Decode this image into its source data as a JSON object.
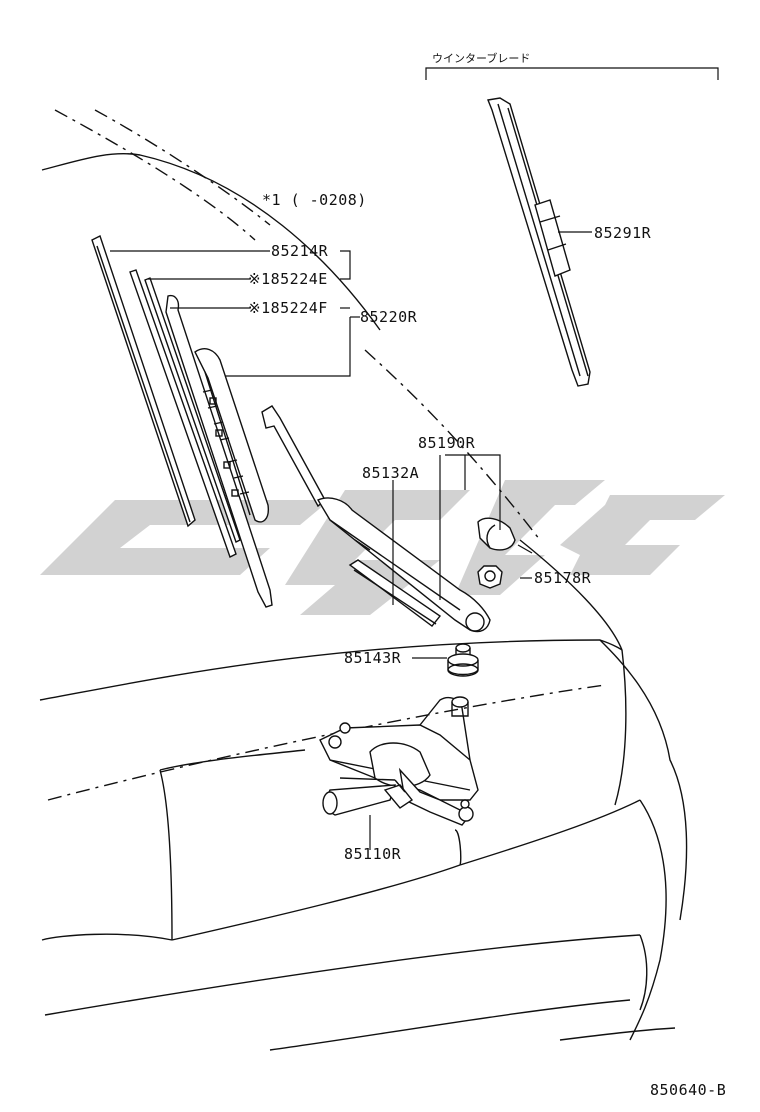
{
  "header": {
    "winter_blade": "ウインターブレード",
    "variant_note": "*1 (     -0208)"
  },
  "parts": {
    "p85214R": "85214R",
    "p185224E": "※185224E",
    "p185224F": "※185224F",
    "p85220R": "85220R",
    "p85291R": "85291R",
    "p85190R": "85190R",
    "p85132A": "85132A",
    "p85178R": "85178R",
    "p85143R": "85143R",
    "p85110R": "85110R"
  },
  "footer": {
    "diagram_code": "850640-B"
  },
  "colors": {
    "line": "#111111",
    "watermark": "#d2d2d2"
  }
}
